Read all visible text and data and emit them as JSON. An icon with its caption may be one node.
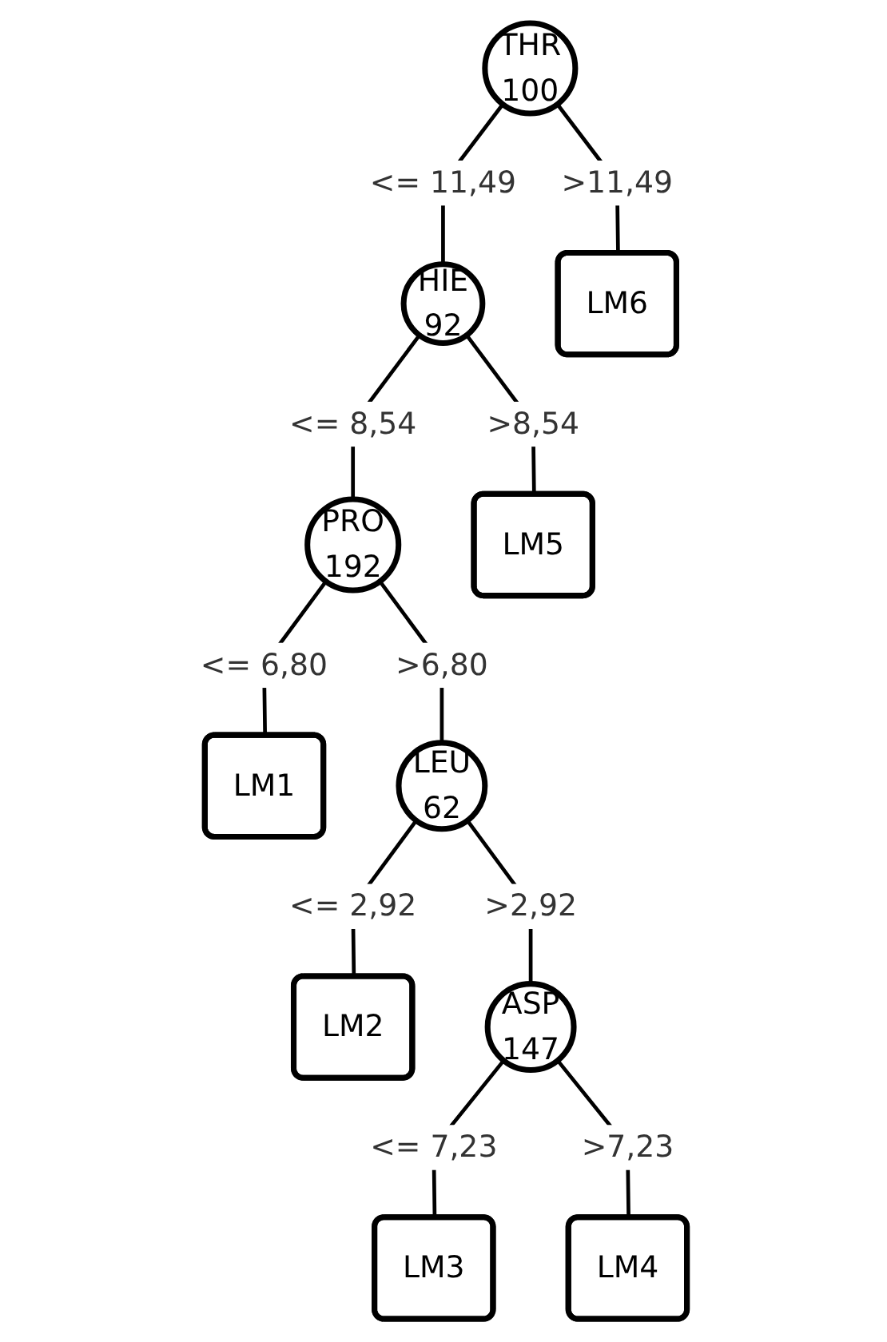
{
  "diagram": {
    "nodes": [
      {
        "text": [
          "THR",
          "100"
        ]
      },
      {
        "text": [
          "HIE",
          "92"
        ]
      },
      {
        "text": [
          "LM6"
        ]
      },
      {
        "text": [
          "PRO",
          "192"
        ]
      },
      {
        "text": [
          "LM5"
        ]
      },
      {
        "text": [
          "LM1"
        ]
      },
      {
        "text": [
          "LEU",
          "62"
        ]
      },
      {
        "text": [
          "LM2"
        ]
      },
      {
        "text": [
          "ASP",
          "147"
        ]
      },
      {
        "text": [
          "LM3"
        ]
      },
      {
        "text": [
          "LM4"
        ]
      }
    ],
    "edges": [
      {
        "from": 0,
        "to": 1,
        "arrow": "none",
        "label": "<= 11,49"
      },
      {
        "from": 0,
        "to": 2,
        "arrow": "none",
        "label": ">11,49"
      },
      {
        "from": 1,
        "to": 3,
        "arrow": "none",
        "label": "<= 8,54"
      },
      {
        "from": 1,
        "to": 4,
        "arrow": "none",
        "label": ">8,54"
      },
      {
        "from": 3,
        "to": 5,
        "arrow": "none",
        "label": "<= 6,80"
      },
      {
        "from": 3,
        "to": 6,
        "arrow": "none",
        "label": ">6,80"
      },
      {
        "from": 6,
        "to": 7,
        "arrow": "none",
        "label": "<= 2,92"
      },
      {
        "from": 6,
        "to": 8,
        "arrow": "none",
        "label": ">2,92"
      },
      {
        "from": 8,
        "to": 9,
        "arrow": "none",
        "label": "<= 7,23"
      },
      {
        "from": 8,
        "to": 10,
        "arrow": "none",
        "label": ">7,23"
      }
    ]
  }
}
